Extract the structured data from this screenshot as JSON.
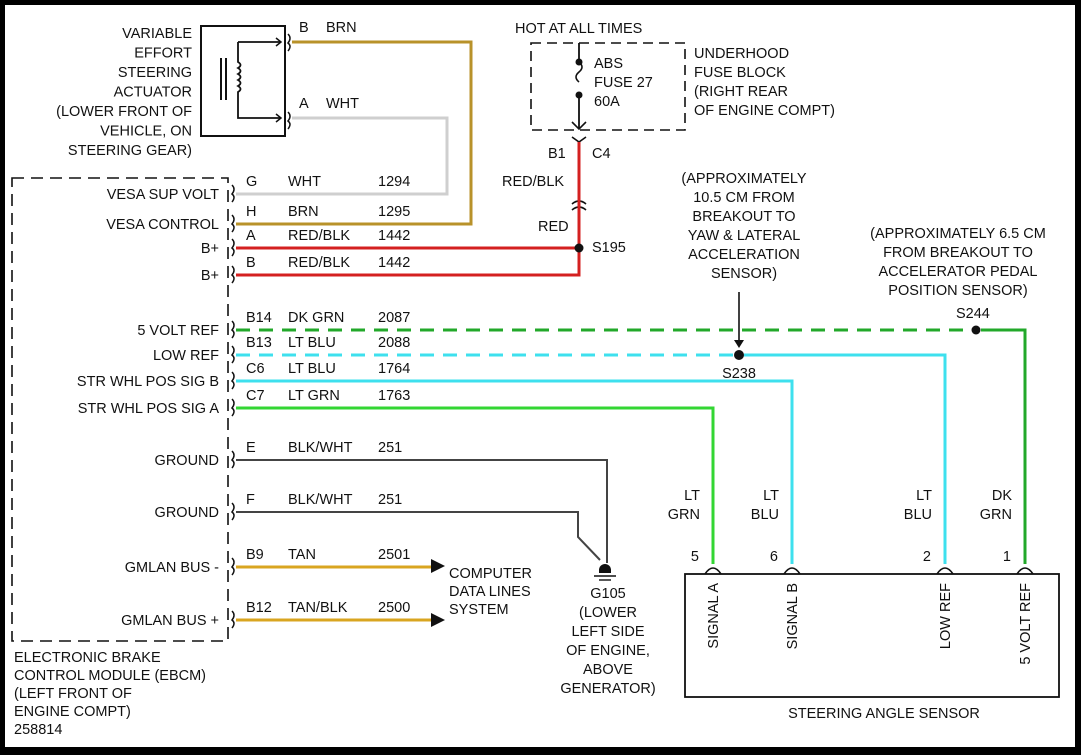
{
  "diagram": {
    "figure_number": "258814",
    "colors": {
      "brn": "#b8922a",
      "wht": "#cfcfcf",
      "red": "#d42020",
      "dk_grn": "#22a82a",
      "lt_blu": "#3ee0ee",
      "lt_grn": "#33d633",
      "blk_wht": "#444444",
      "tan": "#d9a520",
      "ink": "#111111"
    },
    "vesa_actuator": {
      "label_lines": [
        "VARIABLE",
        "EFFORT",
        "STEERING",
        "ACTUATOR",
        "(LOWER FRONT OF",
        "VEHICLE, ON",
        "STEERING GEAR)"
      ],
      "pin_b": {
        "pin": "B",
        "color": "BRN"
      },
      "pin_a": {
        "pin": "A",
        "color": "WHT"
      }
    },
    "fuse_block": {
      "hot_label": "HOT AT ALL TIMES",
      "fuse_lines": [
        "ABS",
        "FUSE 27",
        "60A"
      ],
      "block_label_lines": [
        "UNDERHOOD",
        "FUSE BLOCK",
        "(RIGHT REAR",
        "OF ENGINE COMPT)"
      ],
      "connector_left": "B1",
      "connector_right": "C4",
      "wire_upper": "RED/BLK",
      "wire_lower": "RED",
      "splice": "S195"
    },
    "ebcm": {
      "label_lines": [
        "ELECTRONIC BRAKE",
        "CONTROL MODULE (EBCM)",
        "(LEFT FRONT OF",
        "ENGINE COMPT)"
      ],
      "circuits": [
        {
          "name": "VESA SUP VOLT",
          "pin": "G",
          "color": "WHT",
          "circuit": "1294"
        },
        {
          "name": "VESA CONTROL",
          "pin": "H",
          "color": "BRN",
          "circuit": "1295"
        },
        {
          "name": "B+",
          "pin": "A",
          "color": "RED/BLK",
          "circuit": "1442"
        },
        {
          "name": "B+",
          "pin": "B",
          "color": "RED/BLK",
          "circuit": "1442"
        },
        {
          "name": "5 VOLT REF",
          "pin": "B14",
          "color": "DK GRN",
          "circuit": "2087"
        },
        {
          "name": "LOW REF",
          "pin": "B13",
          "color": "LT BLU",
          "circuit": "2088"
        },
        {
          "name": "STR WHL POS SIG B",
          "pin": "C6",
          "color": "LT BLU",
          "circuit": "1764"
        },
        {
          "name": "STR WHL POS SIG A",
          "pin": "C7",
          "color": "LT GRN",
          "circuit": "1763"
        },
        {
          "name": "GROUND",
          "pin": "E",
          "color": "BLK/WHT",
          "circuit": "251"
        },
        {
          "name": "GROUND",
          "pin": "F",
          "color": "BLK/WHT",
          "circuit": "251"
        },
        {
          "name": "GMLAN BUS -",
          "pin": "B9",
          "color": "TAN",
          "circuit": "2501"
        },
        {
          "name": "GMLAN BUS +",
          "pin": "B12",
          "color": "TAN/BLK",
          "circuit": "2500"
        }
      ]
    },
    "splice_s238": {
      "name": "S238",
      "note_lines": [
        "(APPROXIMATELY",
        "10.5 CM FROM",
        "BREAKOUT TO",
        "YAW & LATERAL",
        "ACCELERATION",
        "SENSOR)"
      ]
    },
    "splice_s244": {
      "name": "S244",
      "note_lines": [
        "(APPROXIMATELY 6.5 CM",
        "FROM BREAKOUT TO",
        "ACCELERATOR PEDAL",
        "POSITION SENSOR)"
      ]
    },
    "computer_data_lines": [
      "COMPUTER",
      "DATA LINES",
      "SYSTEM"
    ],
    "ground": {
      "name": "G105",
      "location_lines": [
        "(LOWER",
        "LEFT SIDE",
        "OF ENGINE,",
        "ABOVE",
        "GENERATOR)"
      ]
    },
    "steering_angle_sensor": {
      "title": "STEERING ANGLE SENSOR",
      "pins": [
        {
          "pin": "5",
          "color_lines": [
            "LT",
            "GRN"
          ],
          "function": "SIGNAL A"
        },
        {
          "pin": "6",
          "color_lines": [
            "LT",
            "BLU"
          ],
          "function": "SIGNAL B"
        },
        {
          "pin": "2",
          "color_lines": [
            "LT",
            "BLU"
          ],
          "function": "LOW REF"
        },
        {
          "pin": "1",
          "color_lines": [
            "DK",
            "GRN"
          ],
          "function": "5 VOLT REF"
        }
      ]
    }
  }
}
